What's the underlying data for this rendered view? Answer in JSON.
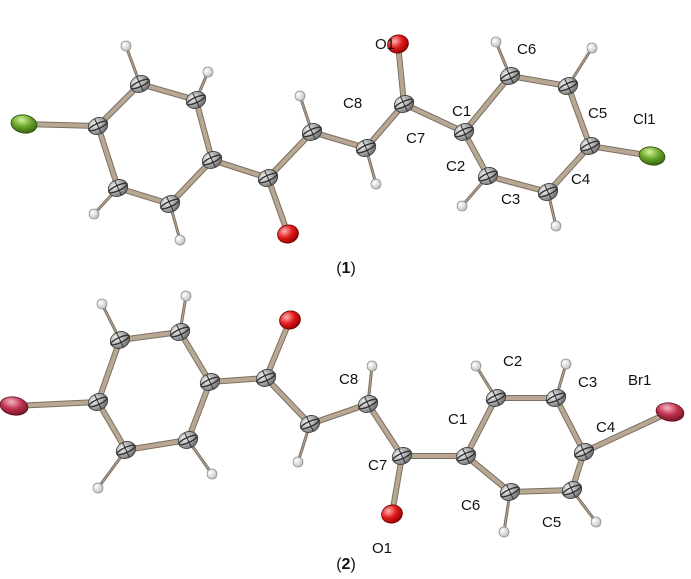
{
  "colors": {
    "carbon": "#9a9a9a",
    "carbon_ring": "#2e2e2e",
    "hydrogen": "#f2f2f2",
    "oxygen": "#e21a1a",
    "chlorine": "#68a82a",
    "bromine": "#c2334f",
    "bond_outer": "#7c6f62",
    "bond_inner": "#b8a893"
  },
  "structures": [
    {
      "id": "1",
      "caption": {
        "open": "(",
        "number": "1",
        "close": ")"
      },
      "labels": {
        "O1": "O1",
        "C1": "C1",
        "C2": "C2",
        "C3": "C3",
        "C4": "C4",
        "C5": "C5",
        "C6": "C6",
        "C7": "C7",
        "C8": "C8",
        "halogen": "Cl1"
      }
    },
    {
      "id": "2",
      "caption": {
        "open": "(",
        "number": "2",
        "close": ")"
      },
      "labels": {
        "O1": "O1",
        "C1": "C1",
        "C2": "C2",
        "C3": "C3",
        "C4": "C4",
        "C5": "C5",
        "C6": "C6",
        "C7": "C7",
        "C8": "C8",
        "halogen": "Br1"
      }
    }
  ]
}
